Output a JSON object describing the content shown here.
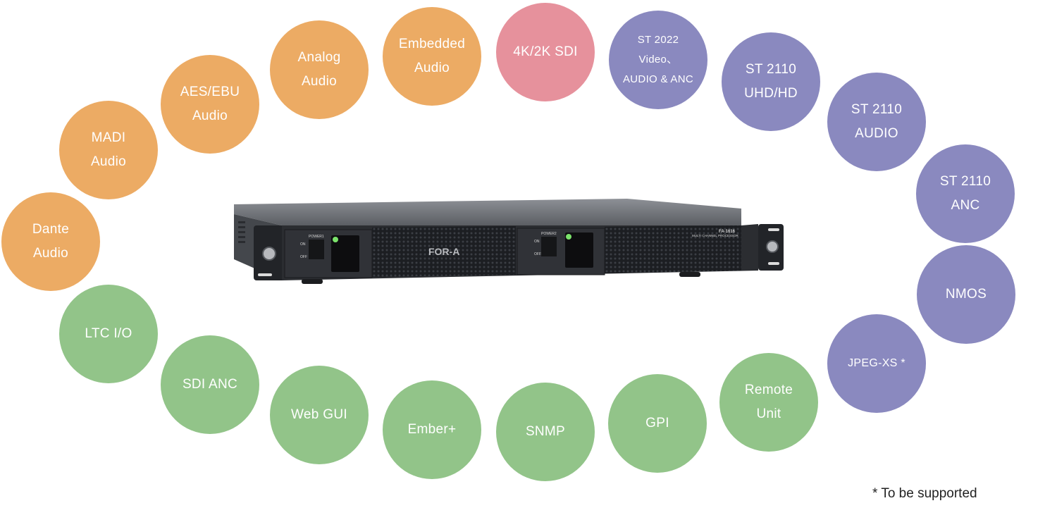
{
  "colors": {
    "orange": "#ecab64",
    "pink": "#e6919c",
    "purple": "#8a89bf",
    "green": "#92c489"
  },
  "features": {
    "dante_audio": "Dante\nAudio",
    "madi_audio": "MADI\nAudio",
    "aes_ebu_audio": "AES/EBU\nAudio",
    "analog_audio": "Analog\nAudio",
    "embedded_audio": "Embedded\nAudio",
    "sdi_4k_2k": "4K/2K SDI",
    "st2022": "ST 2022\nVideo、\nAUDIO & ANC",
    "st2110_uhd_hd": "ST 2110\nUHD/HD",
    "st2110_audio": "ST 2110\nAUDIO",
    "st2110_anc": "ST 2110\nANC",
    "nmos": "NMOS",
    "jpeg_xs": "JPEG-XS *",
    "remote_unit": "Remote\nUnit",
    "gpi": "GPI",
    "snmp": "SNMP",
    "ember_plus": "Ember+",
    "web_gui": "Web GUI",
    "sdi_anc": "SDI ANC",
    "ltc_io": "LTC I/O"
  },
  "footnote": "* To be supported",
  "device": {
    "brand": "FOR-A",
    "model": "FA-1616",
    "subtitle": "MULTI CHANNEL PROCESSOR",
    "power1_label": "POWER1",
    "power2_label": "POWER2",
    "on_label": "ON",
    "off_label": "OFF"
  }
}
